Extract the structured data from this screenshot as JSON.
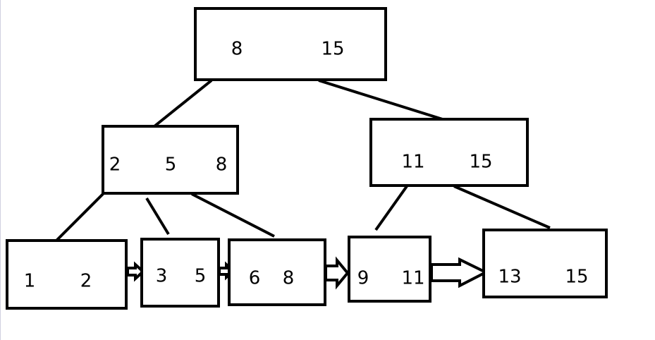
{
  "diagram": {
    "root": {
      "keys": [
        "8",
        "15"
      ]
    },
    "internal_left": {
      "keys": [
        "2",
        "5",
        "8"
      ]
    },
    "internal_right": {
      "keys": [
        "11",
        "15"
      ]
    },
    "leaves": [
      {
        "keys": [
          "1",
          "2"
        ]
      },
      {
        "keys": [
          "3",
          "5"
        ]
      },
      {
        "keys": [
          "6",
          "8"
        ]
      },
      {
        "keys": [
          "9",
          "11"
        ]
      },
      {
        "keys": [
          "13",
          "15"
        ]
      }
    ],
    "colors": {
      "stroke": "#000000",
      "fill": "#ffffff",
      "background": "#ffffff"
    }
  }
}
